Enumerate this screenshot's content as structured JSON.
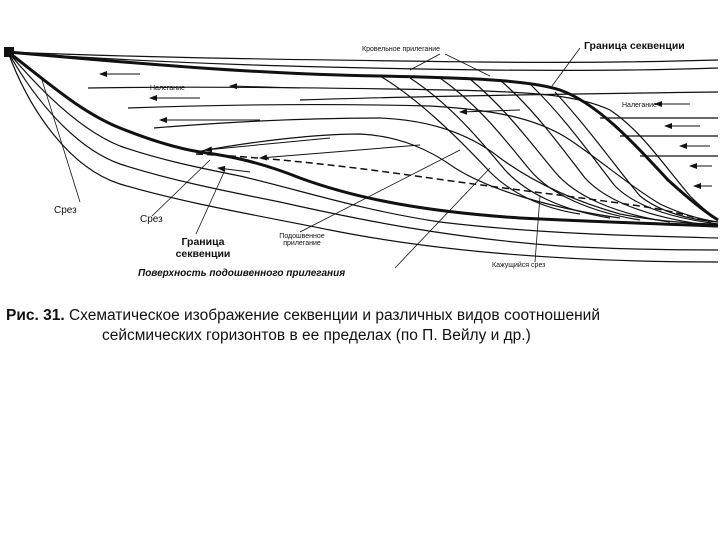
{
  "labels": {
    "roof_onlap": "Кровельное прилегание",
    "sequence_boundary_top": "Граница секвенции",
    "onlap_left": "Налегание",
    "onlap_right": "Налегание",
    "truncation_1": "Срез",
    "truncation_2": "Срез",
    "sequence_boundary_bottom_line1": "Граница",
    "sequence_boundary_bottom_line2": "секвенции",
    "downlap_line1": "Подошвенное",
    "downlap_line2": "прилегание",
    "apparent_truncation": "Кажущийся срез",
    "downlap_surface": "Поверхность подошвенного прилегания"
  },
  "caption": {
    "number": "Рис. 31.",
    "line1": "Схематическое изображение секвенции и различных видов соотношений",
    "line2": "сейсмических горизонтов в ее пределах (по П. Вейлу и др.)"
  },
  "colors": {
    "ink": "#111111",
    "background": "#ffffff"
  }
}
